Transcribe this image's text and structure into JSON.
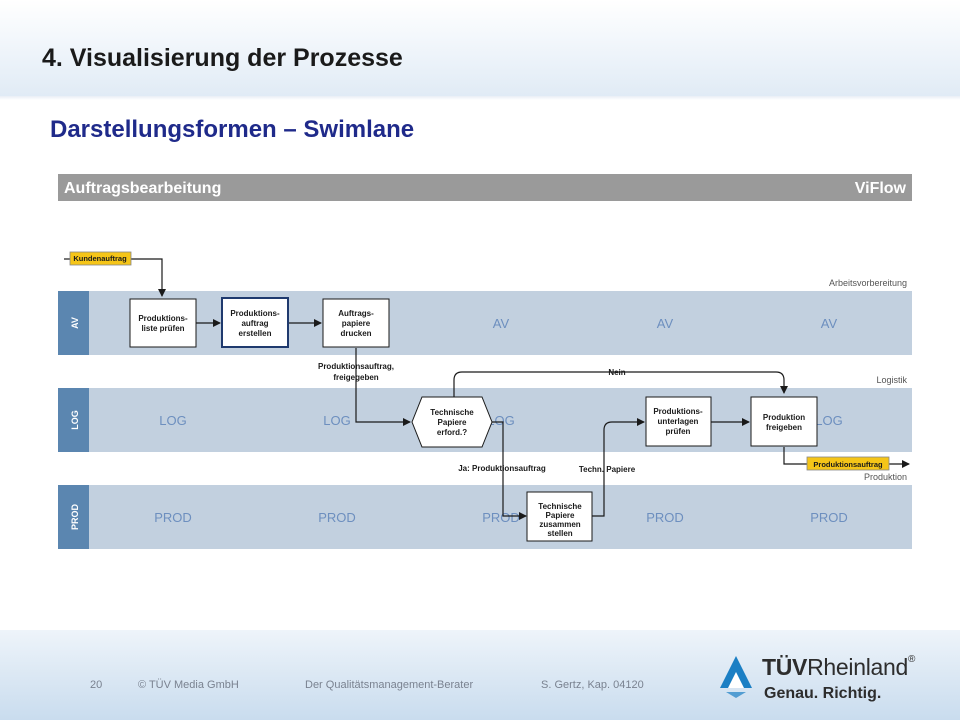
{
  "slide": {
    "title": "4. Visualisierung der Prozesse",
    "subtitle": "Darstellungsformen – Swimlane"
  },
  "diagram": {
    "header_left": "Auftragsbearbeitung",
    "header_right": "ViFlow",
    "lanes": [
      {
        "code": "AV",
        "name": "Arbeitsvorbereitung",
        "watermarks": [
          "AV",
          "AV",
          "AV"
        ]
      },
      {
        "code": "LOG",
        "name": "Logistik",
        "watermarks": [
          "LOG",
          "LOG",
          "LOG",
          "LOG"
        ]
      },
      {
        "code": "PROD",
        "name": "Produktion",
        "watermarks": [
          "PROD",
          "PROD",
          "PROD",
          "PROD",
          "PROD"
        ]
      }
    ],
    "input_doc": "Kundenauftrag",
    "output_doc": "Produktionsauftrag",
    "steps": {
      "produktionsliste": [
        "Produktions-",
        "liste prüfen"
      ],
      "auftrag_erstellen": [
        "Produktions-",
        "auftrag",
        "erstellen"
      ],
      "papiere_drucken": [
        "Auftrags-",
        "papiere",
        "drucken"
      ],
      "decision": [
        "Technische",
        "Papiere",
        "erford.?"
      ],
      "zusammenstellen": [
        "Technische",
        "Papiere",
        "zusammen",
        "stellen"
      ],
      "unterlagen_pruefen": [
        "Produktions-",
        "unterlagen",
        "prüfen"
      ],
      "freigeben": [
        "Produktion",
        "freigeben"
      ]
    },
    "flow_labels": {
      "freigegeben": [
        "Produktionsauftrag,",
        "freigegeben"
      ],
      "ja": "Ja: Produktionsauftrag",
      "nein": "Nein",
      "techn_papiere": "Techn. Papiere"
    },
    "colors": {
      "lane_fill": "#c2d0df",
      "lane_label_fill": "#5b86b0",
      "header_fill": "#9a9a9a",
      "doc_highlight": "#f5c518",
      "watermark_text": "#6d8fbf"
    }
  },
  "footer": {
    "page_number": "20",
    "copyright": "© TÜV Media GmbH",
    "book_title": "Der Qualitätsmanagement-Berater",
    "author_ref": "S. Gertz, Kap. 04120",
    "brand_bold": "TÜV",
    "brand_light": "Rheinland",
    "brand_reg": "®",
    "slogan": "Genau. Richtig."
  }
}
